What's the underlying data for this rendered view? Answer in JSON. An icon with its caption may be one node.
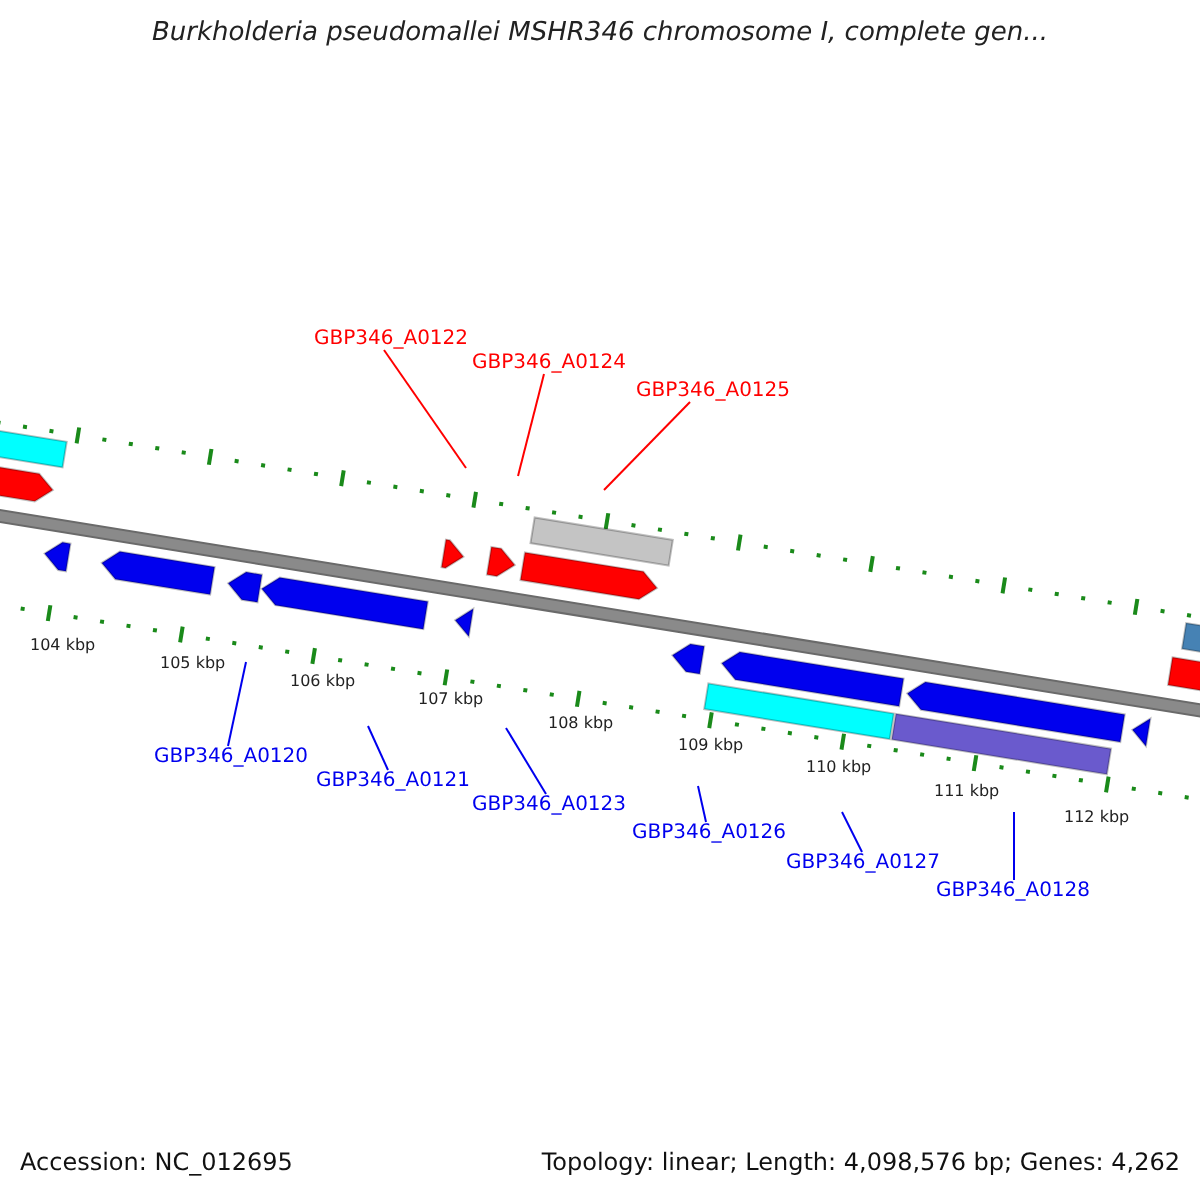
{
  "diagram": {
    "title": "Burkholderia pseudomallei MSHR346 chromosome I, complete gen...",
    "nodes": [
      {
        "text": [
          "GBP346_A0122"
        ]
      },
      {
        "text": [
          "GBP346_A0124"
        ]
      },
      {
        "text": [
          "GBP346_A0125"
        ]
      },
      {
        "text": [
          "GBP346_A0120"
        ]
      },
      {
        "text": [
          "GBP346_A0121"
        ]
      },
      {
        "text": [
          "GBP346_A0123"
        ]
      },
      {
        "text": [
          "GBP346_A0126"
        ]
      },
      {
        "text": [
          "GBP346_A0127"
        ]
      },
      {
        "text": [
          "GBP346_A0128"
        ]
      }
    ],
    "edges": [
      {
        "from": 0,
        "to": null,
        "arrow": "none",
        "color": "#ff0000"
      },
      {
        "from": 1,
        "to": null,
        "arrow": "none",
        "color": "#ff0000"
      },
      {
        "from": 2,
        "to": null,
        "arrow": "none",
        "color": "#ff0000"
      },
      {
        "from": 3,
        "to": null,
        "arrow": "none"
      },
      {
        "from": 4,
        "to": null,
        "arrow": "none"
      },
      {
        "from": 5,
        "to": null,
        "arrow": "none"
      },
      {
        "from": 6,
        "to": null,
        "arrow": "none"
      },
      {
        "from": 7,
        "to": null,
        "arrow": "none"
      },
      {
        "from": 8,
        "to": null,
        "arrow": "none"
      }
    ],
    "labels": [
      "104 kbp",
      "105 kbp",
      "106 kbp",
      "107 kbp",
      "108 kbp",
      "109 kbp",
      "110 kbp",
      "111 kbp",
      "112 kbp",
      "Accession: NC_012695",
      "Topology: linear; Length: 4,098,576 bp; Genes: 4,262"
    ]
  }
}
